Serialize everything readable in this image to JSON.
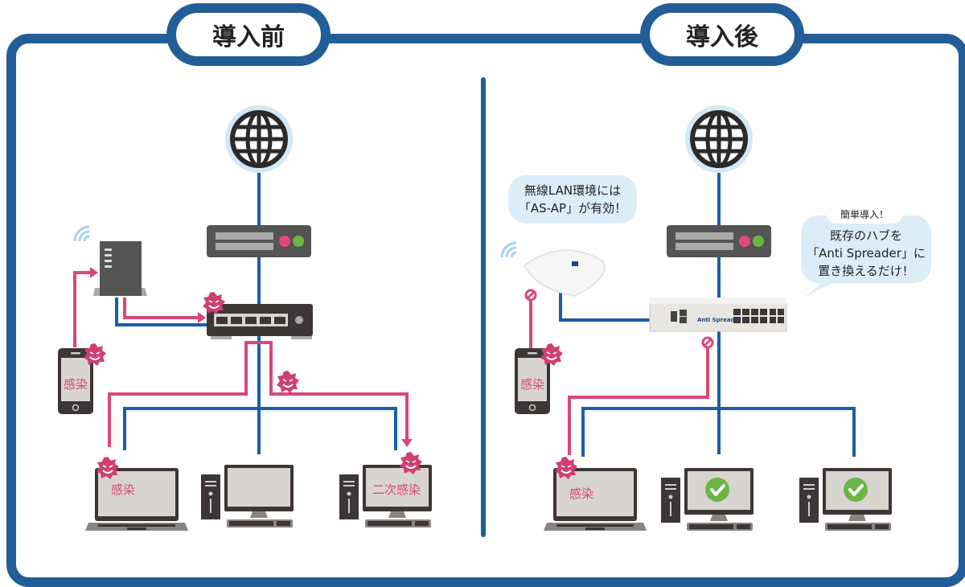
{
  "panels": {
    "before": {
      "title": "導入前"
    },
    "after": {
      "title": "導入後"
    }
  },
  "labels": {
    "infected": "感染",
    "secondary_infection": "二次感染"
  },
  "callouts": {
    "as_ap": {
      "line1": "無線LAN環境には",
      "line2": "「AS-AP」が有効！"
    },
    "anti_spreader": {
      "badge": "簡単導入！",
      "line1": "既存のハブを",
      "line2": "「Anti Spreader」に",
      "line3": "置き換えるだけ！"
    }
  },
  "device_text": {
    "anti_spreader_brand": "Anti Spreader"
  },
  "colors": {
    "frame": "#235d97",
    "network_line": "#1a5ea8",
    "infection_line": "#d9477a",
    "device": "#545454",
    "check": "#6cb544",
    "bubble": "#dcedf8"
  }
}
